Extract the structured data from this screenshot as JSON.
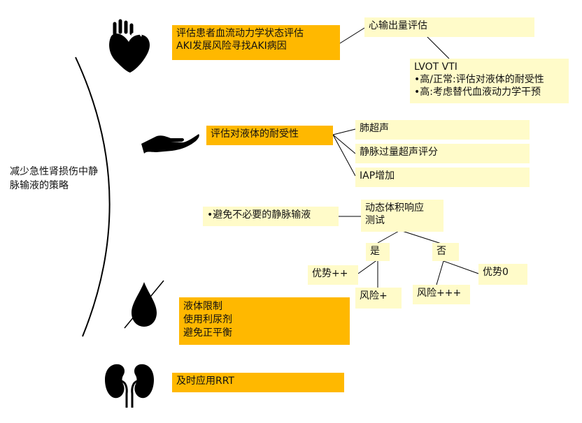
{
  "strategy_label": [
    "减少急性肾损伤中静",
    "脉输液的策略"
  ],
  "section1": {
    "main": [
      "评估患者血流动力学状态评估",
      "AKI发展风险寻找AKI病因"
    ],
    "cardiac_output": "心输出量评估",
    "lvot": {
      "title": "LVOT VTI",
      "items": [
        "•高/正常:评估对液体的耐受性",
        "•高:考虑替代血液动力学干预"
      ]
    }
  },
  "section2": {
    "main": "评估对液体的耐受性",
    "branches": [
      "肺超声",
      "静脉过量超声评分",
      "IAP增加"
    ]
  },
  "section3": {
    "main": "•避免不必要的静脉输液",
    "test": [
      "动态体积响应",
      "测试"
    ],
    "yes": "是",
    "no": "否",
    "yes_benefit": "优势++",
    "yes_risk": "风险+",
    "no_risk": "风险+++",
    "no_benefit": "优势0"
  },
  "section4": {
    "items": [
      "液体限制",
      "使用利尿剂",
      "避免正平衡"
    ]
  },
  "section5": {
    "main": "及时应用RRT"
  },
  "colors": {
    "orange": "#FFB800",
    "pale": "#FFFBC9",
    "icon": "#000000"
  },
  "icons": [
    "heart-icon",
    "hand-icon",
    "drop-icon",
    "kidney-icon"
  ]
}
